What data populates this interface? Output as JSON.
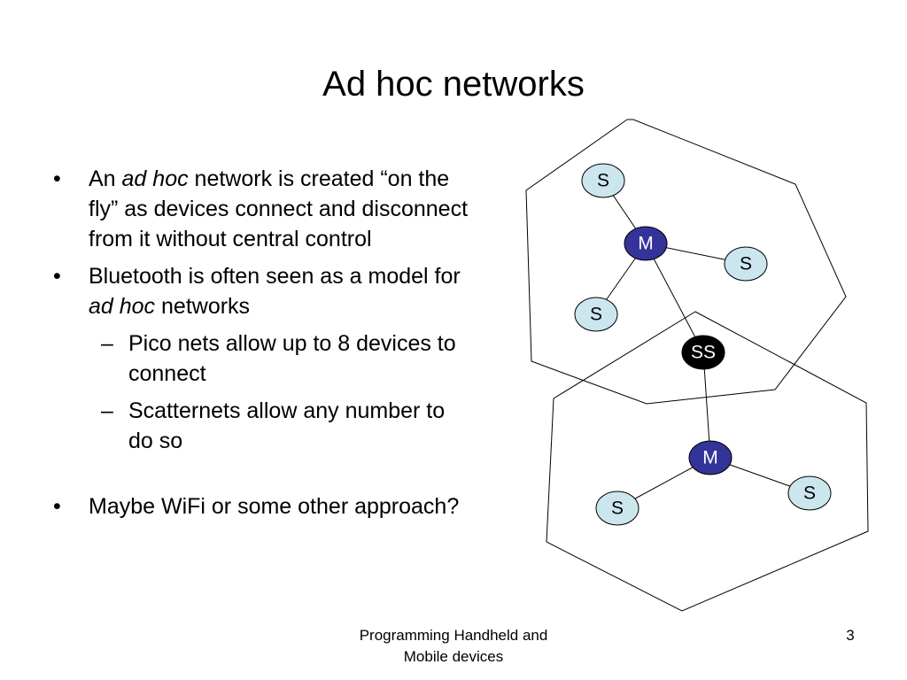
{
  "slide": {
    "title": "Ad hoc networks"
  },
  "bullets": {
    "b1": {
      "marker": "•",
      "t1": "An ",
      "t2": "ad hoc",
      "t3": " network is created “on the fly” as devices connect and disconnect from it without central control"
    },
    "b2": {
      "marker": "•",
      "t1": "Bluetooth is often seen as a model for ",
      "t2": "ad hoc",
      "t3": " networks"
    },
    "s1": {
      "marker": "–",
      "text": "Pico nets allow up to 8 devices to connect"
    },
    "s2": {
      "marker": "–",
      "text": "Scatternets allow any number to do so"
    },
    "b3": {
      "marker": "•",
      "text": "Maybe WiFi or some other approach?"
    }
  },
  "diagram": {
    "nodes": {
      "s_top": {
        "label": "S",
        "role": "slave"
      },
      "m_top": {
        "label": "M",
        "role": "master"
      },
      "s_right": {
        "label": "S",
        "role": "slave"
      },
      "s_left": {
        "label": "S",
        "role": "slave"
      },
      "ss": {
        "label": "SS",
        "role": "bridge"
      },
      "m_bottom": {
        "label": "M",
        "role": "master"
      },
      "s_bottom_left": {
        "label": "S",
        "role": "slave"
      },
      "s_bottom_right": {
        "label": "S",
        "role": "slave"
      }
    },
    "colors": {
      "slave_fill": "#cce6ee",
      "master_fill": "#333399",
      "bridge_fill": "#000000",
      "outline": "#000000"
    }
  },
  "footer": {
    "line1": "Programming Handheld and",
    "line2": "Mobile devices",
    "page_number": "3"
  }
}
